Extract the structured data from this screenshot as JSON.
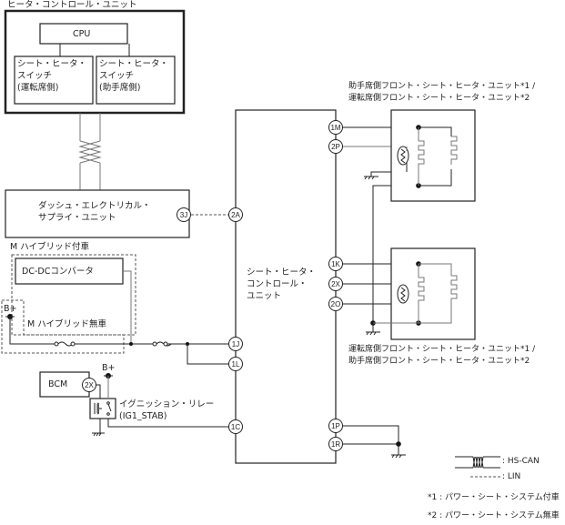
{
  "title": "ヒータ・コントロール・ユニット",
  "components": {
    "heater_control_unit": {
      "label": "ヒータ・コントロール・ユニット",
      "cpu": "CPU",
      "switch_driver": [
        "シート・ヒータ・",
        "スイッチ",
        "(運転席側)"
      ],
      "switch_passenger": [
        "シート・ヒータ・",
        "スイッチ",
        "(助手席側)"
      ]
    },
    "dash_supply_unit": [
      "ダッシュ・エレクトリカル・",
      "サプライ・ユニット"
    ],
    "hybrid_with": "M ハイブリッド付車",
    "dcdc": "DC-DCコンバータ",
    "hybrid_without": "M ハイブリッド無車",
    "b_plus": "B+",
    "bcm": "BCM",
    "ig_relay": [
      "イグニッション・リレー",
      "(IG1_STAB)"
    ],
    "seat_heater_control_unit": [
      "シート・ヒータ・",
      "コントロール・",
      "ユニット"
    ],
    "upper_heater_unit": [
      "助手席側フロント・シート・ヒータ・ユニット*1 /",
      "運転席側フロント・シート・ヒータ・ユニット*2"
    ],
    "lower_heater_unit": [
      "運転席側フロント・シート・ヒータ・ユニット*1 /",
      "助手席側フロント・シート・ヒータ・ユニット*2"
    ]
  },
  "connectors": {
    "c3J": "3J",
    "c2A": "2A",
    "c1J": "1J",
    "c1L": "1L",
    "c1C": "1C",
    "c2Xbcm": "2X",
    "c1M": "1M",
    "c2P": "2P",
    "c1K": "1K",
    "c2X": "2X",
    "c2O": "2O",
    "c1P": "1P",
    "c1R": "1R"
  },
  "legend": {
    "hs_can": ": HS-CAN",
    "lin": ": LIN",
    "note1": "*1 : パワー・シート・システム付車",
    "note2": "*2 : パワー・シート・システム無車"
  }
}
